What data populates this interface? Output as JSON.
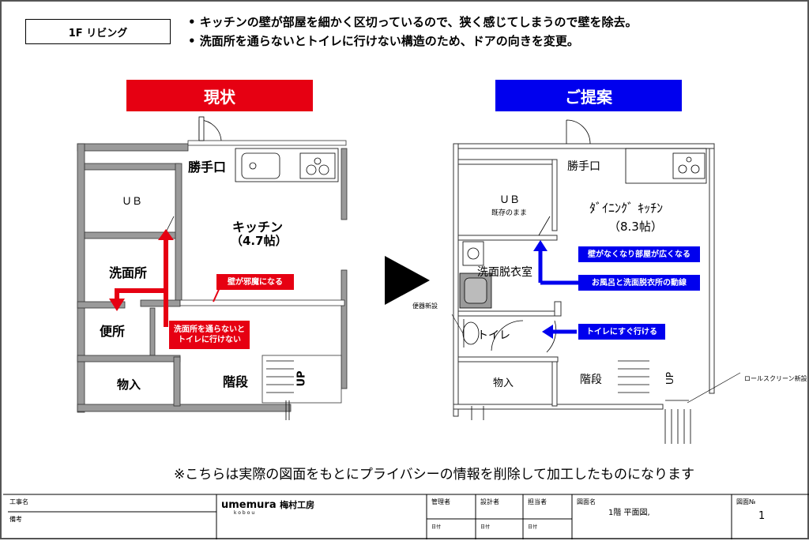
{
  "header": {
    "title": "1F リビング",
    "bullets": [
      "• キッチンの壁が部屋を細かく区切っているので、狭く感じてしまうので壁を除去。",
      "• 洗面所を通らないとトイレに行けない構造のため、ドアの向きを変更。"
    ]
  },
  "current": {
    "label": "現状",
    "color": "#e60012",
    "rooms": {
      "katteguchi": "勝手口",
      "ub": "ＵＢ",
      "kitchen": "キッチン",
      "kitchen_size": "（4.7帖）",
      "senmen": "洗面所",
      "benjo": "便所",
      "mono": "物入",
      "kaidan": "階段",
      "up": "UP"
    },
    "tags": {
      "wall": "壁が邪魔になる",
      "toilet_line1": "洗面所を通らないと",
      "toilet_line2": "トイレに行けない"
    }
  },
  "proposal": {
    "label": "ご提案",
    "color": "#0000ee",
    "rooms": {
      "katteguchi": "勝手口",
      "ub": "ＵＢ",
      "ub_sub": "既存のまま",
      "dk": "ﾀﾞｲﾆﾝｸﾞ ｷｯﾁﾝ",
      "dk_size": "（8.3帖）",
      "datsui": "洗面脱衣室",
      "toilet": "トイレ",
      "mono": "物入",
      "kaidan": "階段",
      "up": "UP",
      "benki": "便器新設",
      "roll": "ロールスクリーン新設"
    },
    "tags": {
      "wide": "壁がなくなり部屋が広くなる",
      "route": "お風呂と洗面脱衣所の動線",
      "toilet": "トイレにすぐ行ける"
    }
  },
  "note": "※こちらは実際の図面をもとにプライバシーの情報を削除して加工したものになります",
  "title_block": {
    "koji": "工事名",
    "biko": "備考",
    "brand": "umemura",
    "brand_jp": "梅村工房",
    "brand_sub": "kobou",
    "kanri": "管理者",
    "sekkei": "設計者",
    "tanto": "担当者",
    "hizuke": "日付",
    "zumen_mei": "図面名",
    "zumen_value": "1階  平面図,",
    "zumen_no": "図面№",
    "zumen_no_value": "1"
  }
}
